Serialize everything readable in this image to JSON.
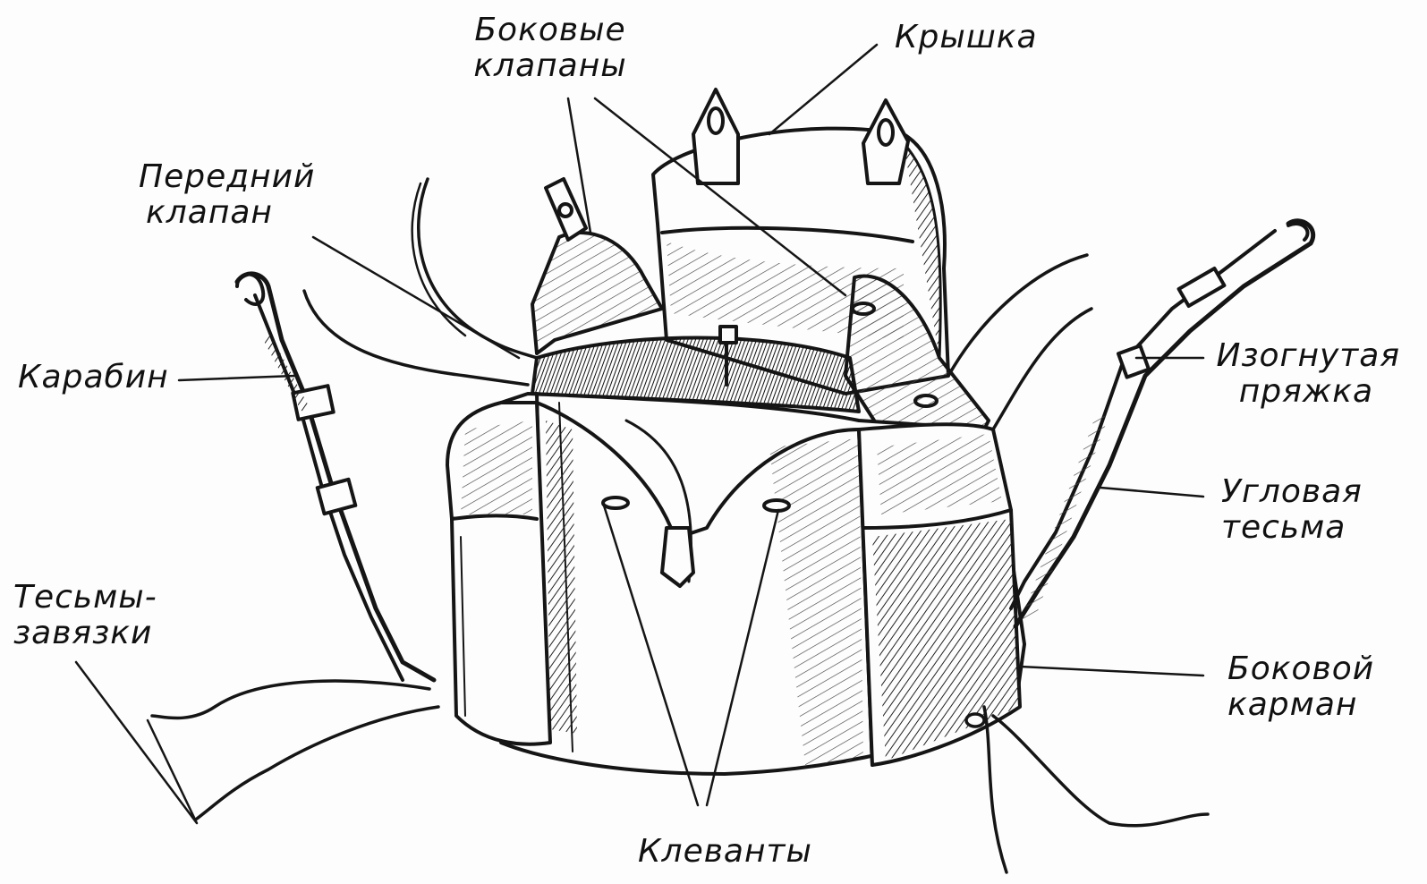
{
  "colors": {
    "ink": "#151515",
    "paper": "#fdfdfd",
    "shade": "#3a3a3a"
  },
  "labels": {
    "side_flaps": [
      "Боковые",
      "клапаны"
    ],
    "lid": [
      "Крышка"
    ],
    "front_flap": [
      "Передний",
      "клапан"
    ],
    "carabiner": [
      "Карабин"
    ],
    "bent_buckle": [
      "Изогнутая",
      "пряжка"
    ],
    "corner_strap": [
      "Угловая",
      "тесьма"
    ],
    "tie_straps": [
      "Тесьмы-",
      "завязки"
    ],
    "side_pocket": [
      "Боковой",
      "карман"
    ],
    "grommets": [
      "Клеванты"
    ]
  }
}
